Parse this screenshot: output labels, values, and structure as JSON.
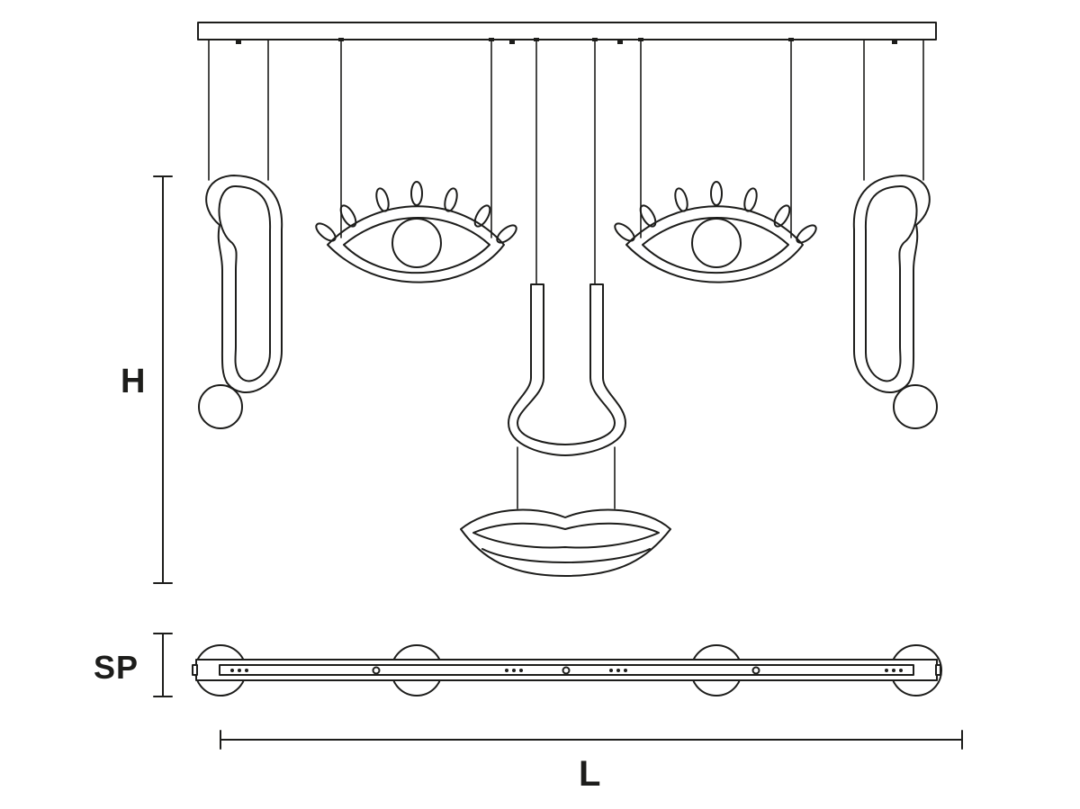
{
  "dimensions": {
    "height_label": "H",
    "depth_label": "SP",
    "length_label": "L"
  },
  "colors": {
    "stroke": "#1d1d1b",
    "background": "#ffffff"
  },
  "components": {
    "left_ear": "ear-shape",
    "left_eye": "eye-shape",
    "nose": "nose-shape",
    "mouth": "lips-shape",
    "right_eye": "eye-shape",
    "right_ear": "ear-shape"
  }
}
